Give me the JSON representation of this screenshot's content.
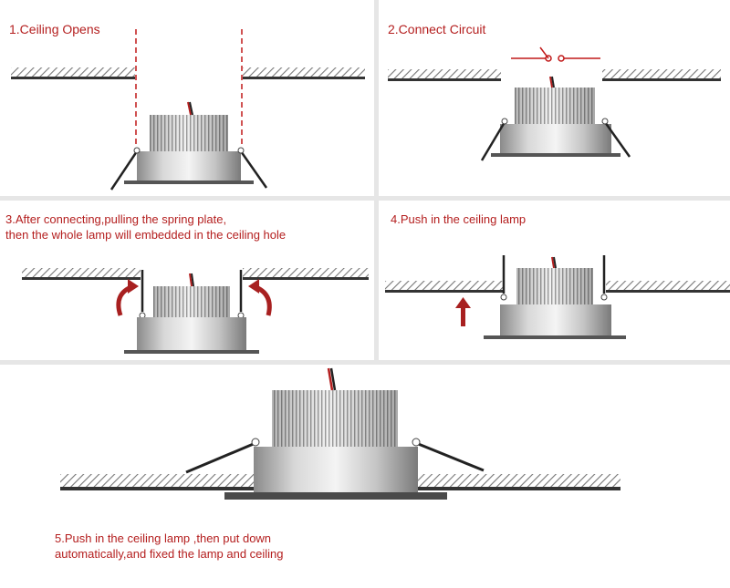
{
  "steps": [
    {
      "id": 1,
      "caption": "1.Ceiling Opens"
    },
    {
      "id": 2,
      "caption": "2.Connect Circuit"
    },
    {
      "id": 3,
      "caption": "3.After connecting,pulling the spring plate,\n  then the whole lamp will embedded in the ceiling hole"
    },
    {
      "id": 4,
      "caption": "4.Push in the ceiling lamp"
    },
    {
      "id": 5,
      "caption": "5.Push in the ceiling lamp ,then put down\n  automatically,and fixed the lamp and ceiling"
    }
  ],
  "colors": {
    "background": "#e6e6e6",
    "panel": "#ffffff",
    "caption_red": "#b41e1e",
    "guide_red": "#c01818",
    "arrow_red": "#a82020",
    "ceiling_dark": "#333333"
  }
}
